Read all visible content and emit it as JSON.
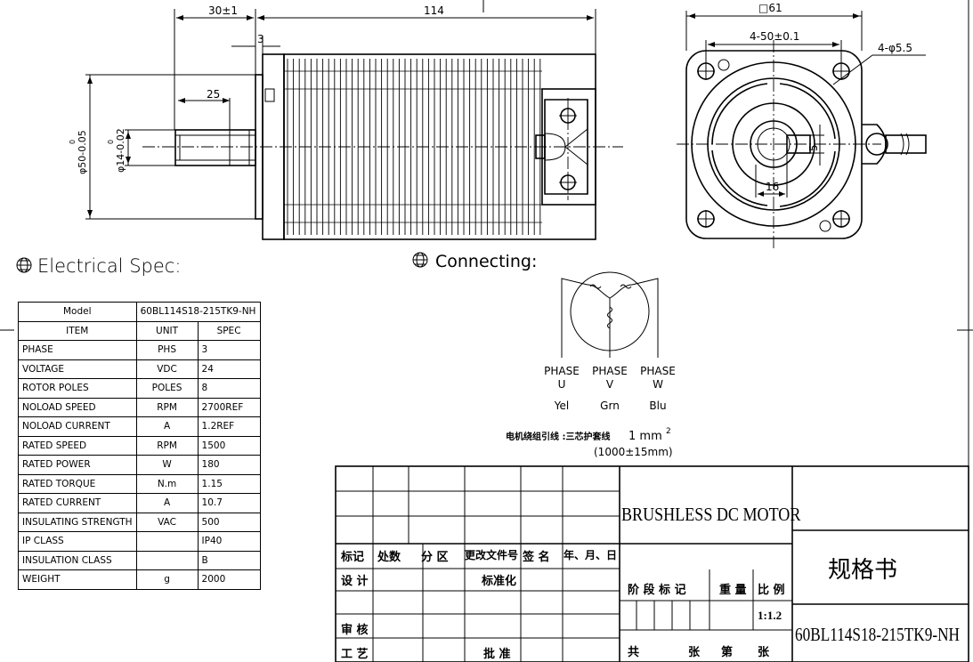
{
  "dimensions": {
    "shaft_len": "30±1",
    "body_len": "114",
    "step": "3",
    "key_len": "25",
    "pilot_dia": "φ50-0.05",
    "shaft_dia": "φ14-0.02",
    "frame_size": "□61",
    "bolt_pitch": "4-50±0.1",
    "bolt_hole": "4-φ5.5",
    "key_width": "5",
    "shaft_flat": "16",
    "zero_a": "0",
    "zero_b": "0"
  },
  "headings": {
    "electrical": "Electrical Spec:",
    "connecting": "Connecting:"
  },
  "wiring": {
    "phases": [
      {
        "phase": "PHASE",
        "letter": "U",
        "color": "Yel"
      },
      {
        "phase": "PHASE",
        "letter": "V",
        "color": "Grn"
      },
      {
        "phase": "PHASE",
        "letter": "W",
        "color": "Blu"
      }
    ],
    "lead_note": "电机绕组引线 :三芯护套线",
    "lead_size": "1 mm",
    "lead_size_exp": "2",
    "lead_length": "(1000±15mm)"
  },
  "spec": {
    "model_label": "Model",
    "model_value": "60BL114S18-215TK9-NH",
    "headers": [
      "ITEM",
      "UNIT",
      "SPEC"
    ],
    "rows": [
      [
        "PHASE",
        "PHS",
        "3"
      ],
      [
        "VOLTAGE",
        "VDC",
        "24"
      ],
      [
        "ROTOR POLES",
        "POLES",
        "8"
      ],
      [
        "NOLOAD SPEED",
        "RPM",
        "2700REF"
      ],
      [
        "NOLOAD CURRENT",
        "A",
        "1.2REF"
      ],
      [
        "RATED SPEED",
        "RPM",
        "1500"
      ],
      [
        "RATED POWER",
        "W",
        "180"
      ],
      [
        "RATED TORQUE",
        "N.m",
        "1.15"
      ],
      [
        "RATED CURRENT",
        "A",
        "10.7"
      ],
      [
        "INSULATING STRENGTH",
        "VAC",
        "500"
      ],
      [
        "IP CLASS",
        "",
        "IP40"
      ],
      [
        "INSULATION CLASS",
        "",
        "B"
      ],
      [
        "WEIGHT",
        "g",
        "2000"
      ]
    ]
  },
  "title_block": {
    "rev_headers": [
      "标记",
      "处数",
      "分 区",
      "更改文件号",
      "签 名",
      "年、月、日"
    ],
    "design": "设 计",
    "standard": "标准化",
    "review": "审 核",
    "process": "工 艺",
    "approve": "批 准",
    "stage": "阶 段 标 记",
    "weight": "重 量",
    "scale": "比 例",
    "scale_value": "1:1.2",
    "total": "共",
    "sheets": "张",
    "sheet_no": "第",
    "sheets2": "张",
    "product": "BRUSHLESS DC MOTOR",
    "doc_type": "规格书",
    "part_no": "60BL114S18-215TK9-NH"
  }
}
